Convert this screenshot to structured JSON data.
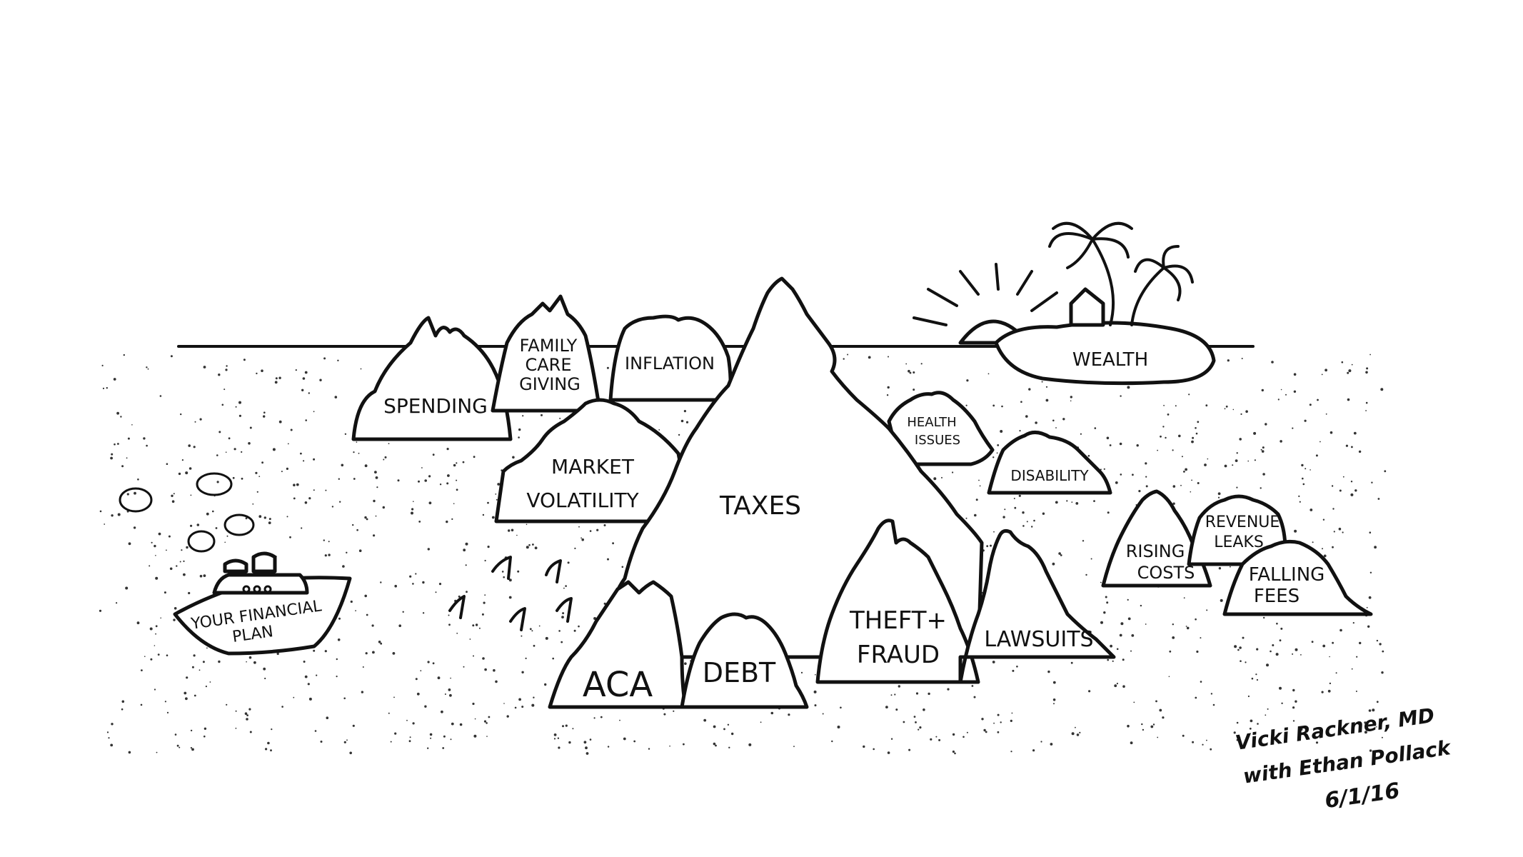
{
  "labels": {
    "spending": "SPENDING",
    "family_1": "FAMILY",
    "family_2": "CARE",
    "family_3": "GIVING",
    "inflation": "INFLATION",
    "market_1": "MARKET",
    "market_2": "VOLATILITY",
    "taxes": "TAXES",
    "aca": "ACA",
    "debt": "DEBT",
    "theft_1": "THEFT+",
    "theft_2": "FRAUD",
    "lawsuits": "LAWSUITS",
    "health_1": "HEALTH",
    "health_2": "ISSUES",
    "disability": "DISABILITY",
    "rising_1": "RISING",
    "rising_2": "COSTS",
    "revenue_1": "REVENUE",
    "revenue_2": "LEAKS",
    "falling_1": "FALLING",
    "falling_2": "FEES",
    "wealth": "WEALTH",
    "boat_1": "YOUR FINANCIAL",
    "boat_2": "PLAN"
  },
  "signature": {
    "line1": "Vicki Rackner, MD",
    "line2": "with Ethan Pollack",
    "line3": "6/1/16"
  }
}
